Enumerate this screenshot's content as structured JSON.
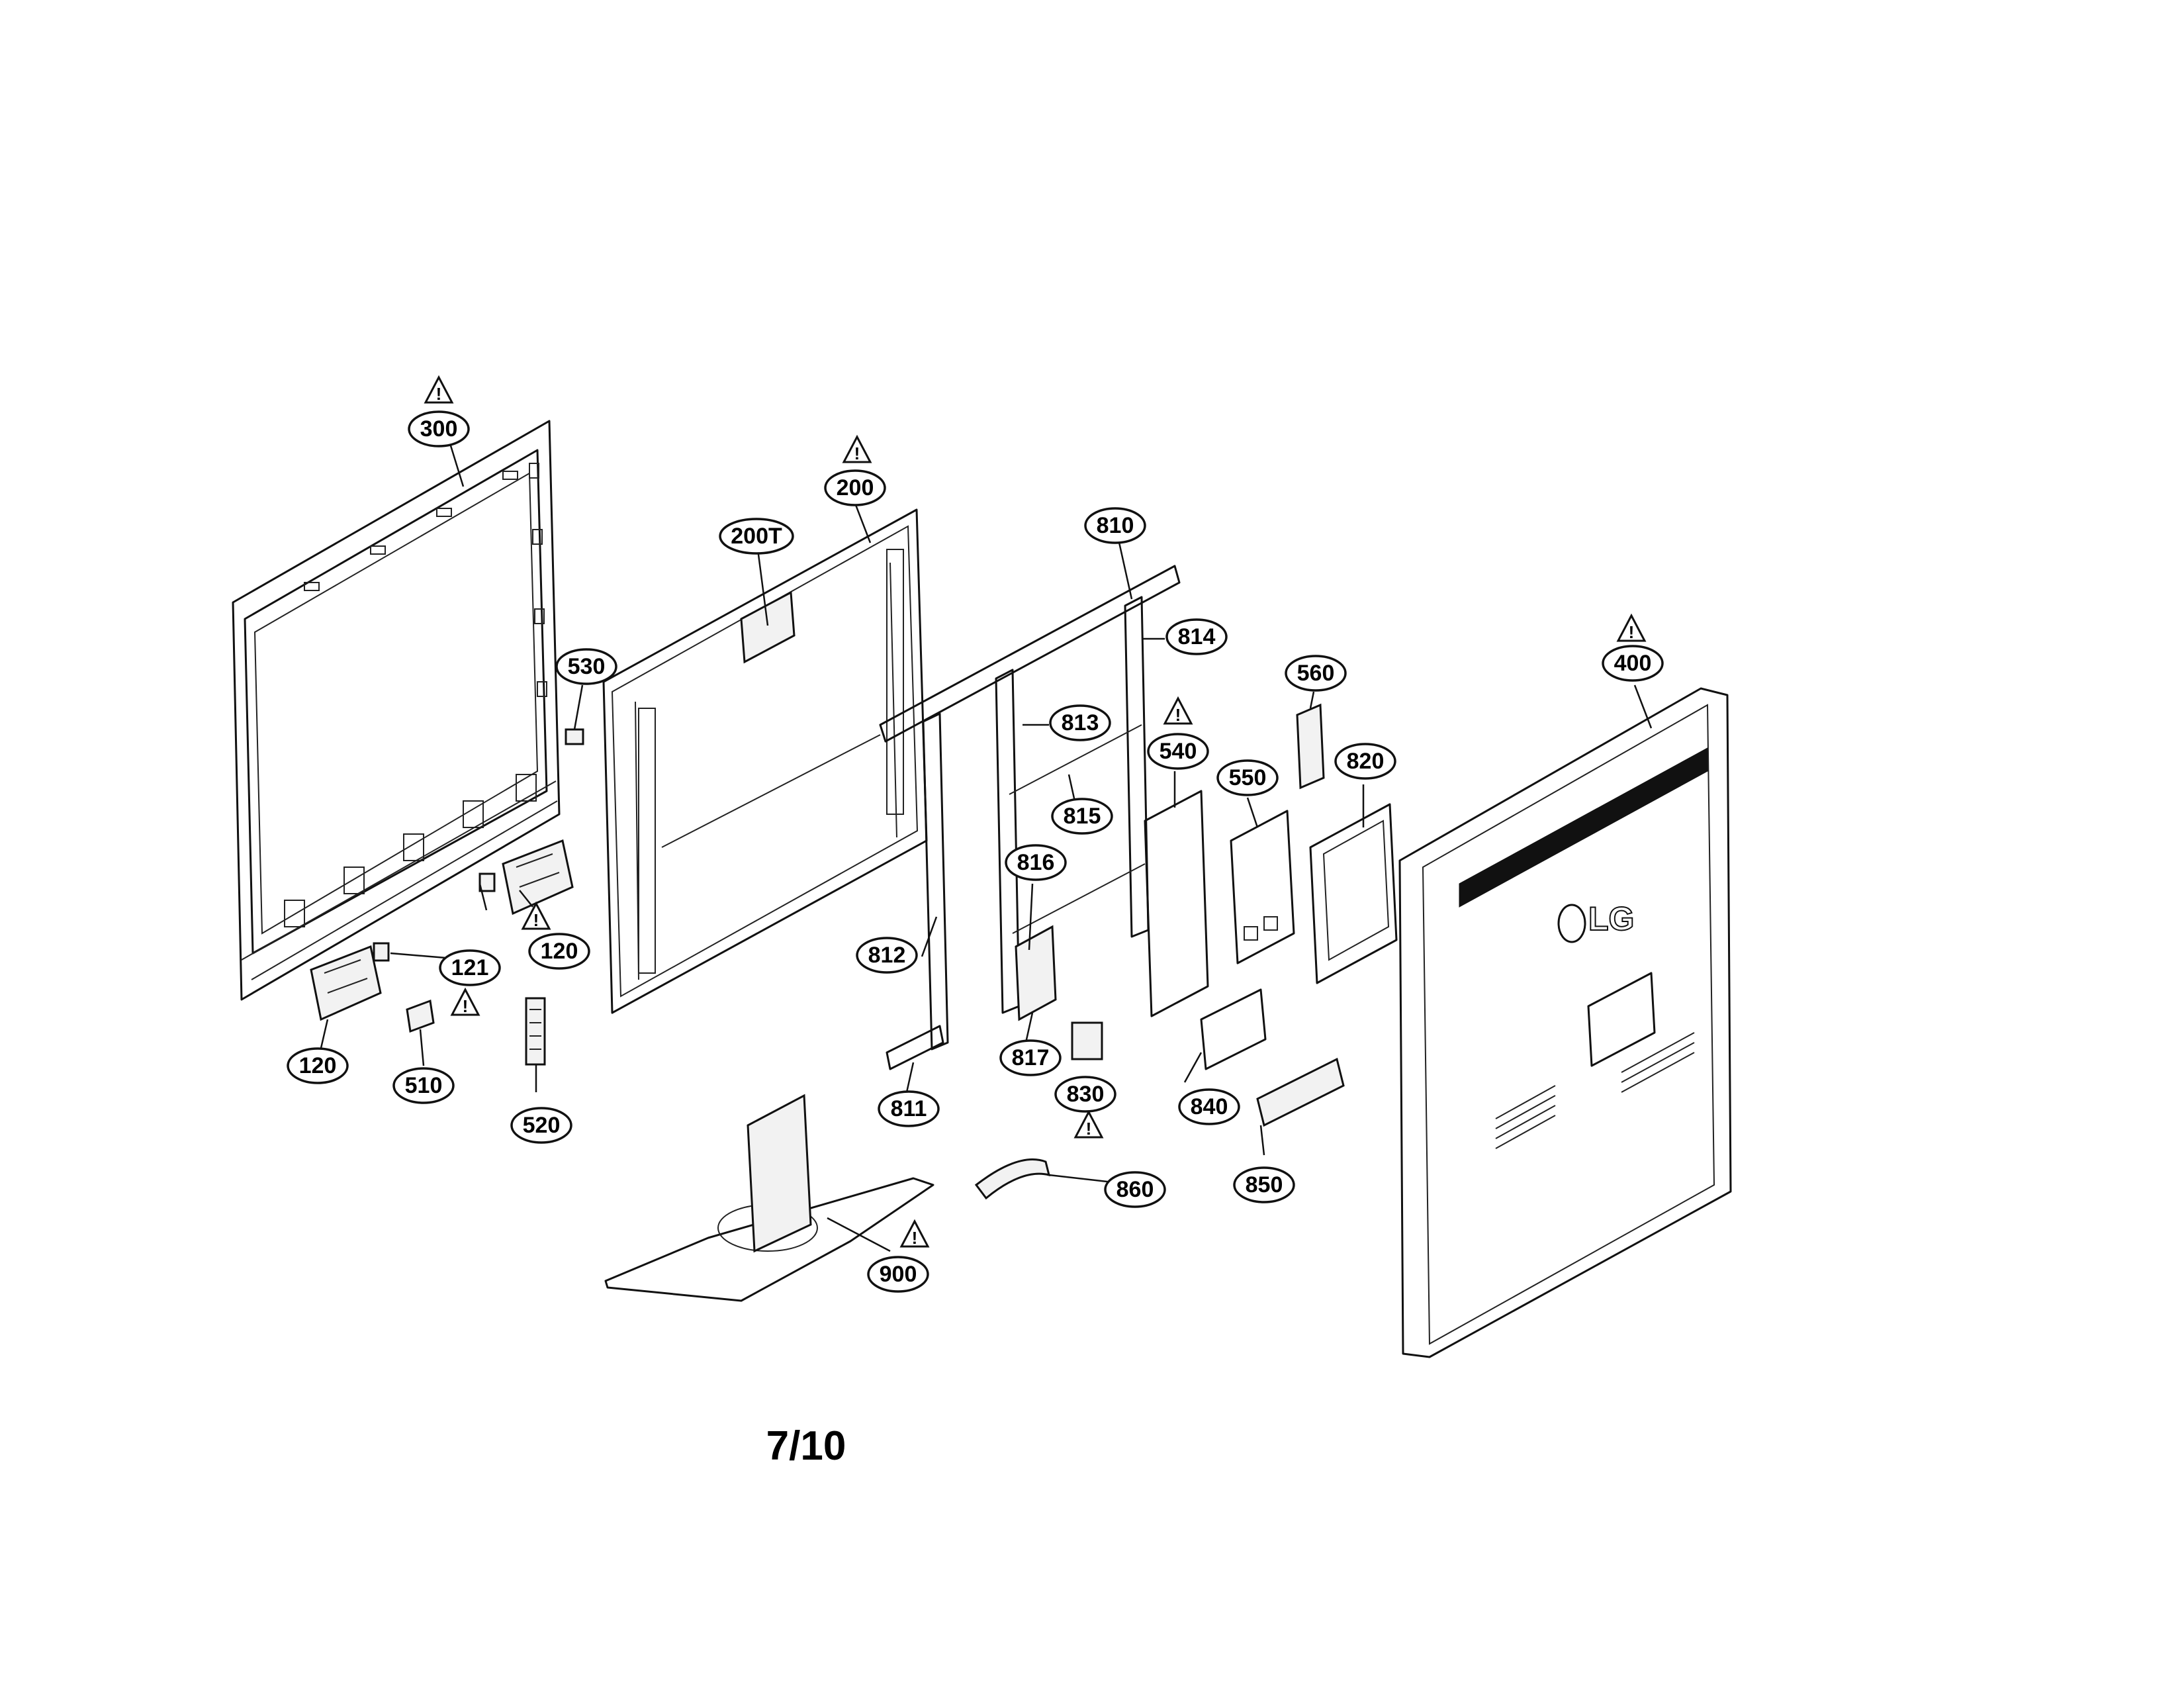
{
  "page": {
    "label": "7/10"
  },
  "logo": {
    "text": "LG"
  },
  "callouts": [
    {
      "id": "300"
    },
    {
      "id": "200"
    },
    {
      "id": "200T"
    },
    {
      "id": "810"
    },
    {
      "id": "814"
    },
    {
      "id": "813"
    },
    {
      "id": "815"
    },
    {
      "id": "816"
    },
    {
      "id": "812"
    },
    {
      "id": "817"
    },
    {
      "id": "811"
    },
    {
      "id": "530"
    },
    {
      "id": "540"
    },
    {
      "id": "550"
    },
    {
      "id": "560"
    },
    {
      "id": "820"
    },
    {
      "id": "400"
    },
    {
      "id": "120"
    },
    {
      "id": "121"
    },
    {
      "id": "120"
    },
    {
      "id": "510"
    },
    {
      "id": "520"
    },
    {
      "id": "830"
    },
    {
      "id": "840"
    },
    {
      "id": "850"
    },
    {
      "id": "860"
    },
    {
      "id": "900"
    }
  ],
  "warning_symbol": "!",
  "icons": {
    "warning": "warning-triangle-icon"
  }
}
